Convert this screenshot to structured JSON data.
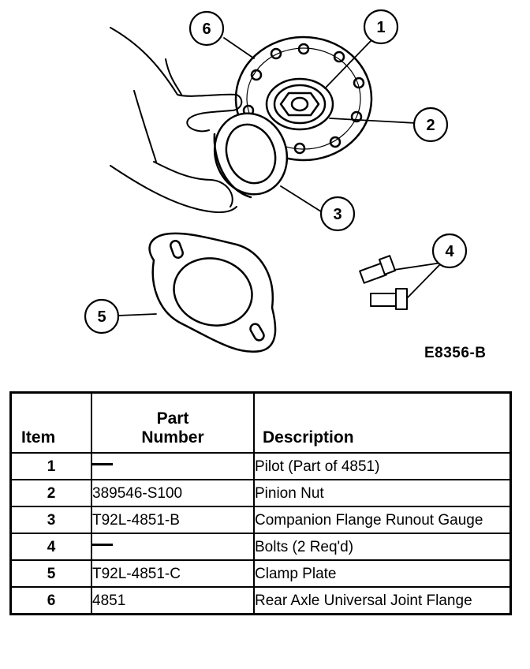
{
  "figure": {
    "id": "E8356-B",
    "callouts": [
      "1",
      "2",
      "3",
      "4",
      "5",
      "6"
    ]
  },
  "table": {
    "headers": {
      "item": "Item",
      "part_number_line1": "Part",
      "part_number_line2": "Number",
      "description": "Description"
    },
    "rows": [
      {
        "item": "1",
        "part_number": "—",
        "description": "Pilot (Part of 4851)"
      },
      {
        "item": "2",
        "part_number": "389546-S100",
        "description": "Pinion Nut"
      },
      {
        "item": "3",
        "part_number": "T92L-4851-B",
        "description": "Companion Flange Runout Gauge"
      },
      {
        "item": "4",
        "part_number": "—",
        "description": "Bolts (2 Req'd)"
      },
      {
        "item": "5",
        "part_number": "T92L-4851-C",
        "description": "Clamp Plate"
      },
      {
        "item": "6",
        "part_number": "4851",
        "description": "Rear Axle Universal Joint Flange"
      }
    ]
  }
}
